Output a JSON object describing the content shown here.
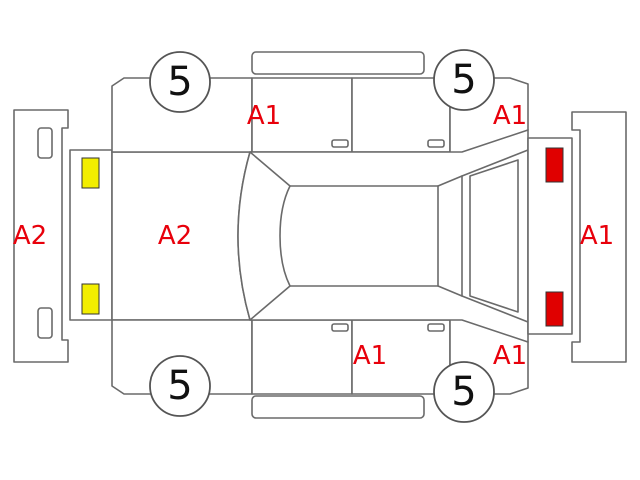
{
  "colors": {
    "marker": "#e8000b",
    "front_lamp": "#f2ee00",
    "rear_lamp": "#e00000",
    "outline": "#6a6a6a"
  },
  "wheels": {
    "front_left": "5",
    "rear_left": "5",
    "front_right": "5",
    "rear_right": "5"
  },
  "marks": {
    "front_bumper": "A2",
    "hood": "A2",
    "upper_front_door": "A1",
    "upper_rear_fender": "A1",
    "rear_bumper": "A1",
    "lower_rear_door": "A1",
    "lower_rear_fender": "A1"
  }
}
